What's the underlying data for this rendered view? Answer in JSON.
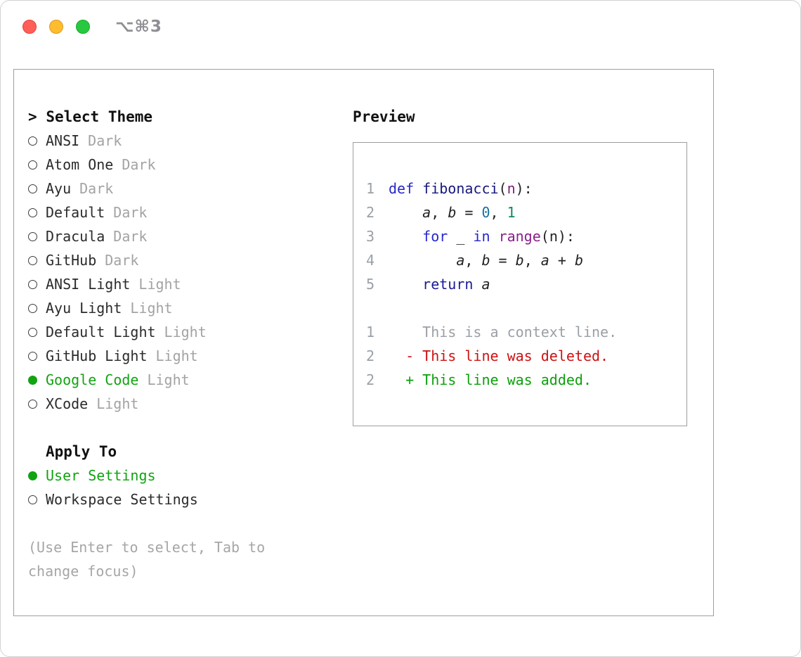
{
  "window": {
    "shortcut": "⌥⌘3"
  },
  "colors": {
    "selected_green": "#12a312",
    "variant_gray": "#a3a3a3",
    "diff_deleted_red": "#cc1212",
    "diff_added_green": "#0ca00c",
    "traffic_red": "#ff5f57",
    "traffic_yellow": "#febc2e",
    "traffic_green": "#28c840"
  },
  "theme_panel": {
    "prompt_char": ">",
    "title": "Select Theme",
    "themes": [
      {
        "name": "ANSI",
        "variant": "Dark",
        "selected": false
      },
      {
        "name": "Atom One",
        "variant": "Dark",
        "selected": false
      },
      {
        "name": "Ayu",
        "variant": "Dark",
        "selected": false
      },
      {
        "name": "Default",
        "variant": "Dark",
        "selected": false
      },
      {
        "name": "Dracula",
        "variant": "Dark",
        "selected": false
      },
      {
        "name": "GitHub",
        "variant": "Dark",
        "selected": false
      },
      {
        "name": "ANSI Light",
        "variant": "Light",
        "selected": false
      },
      {
        "name": "Ayu Light",
        "variant": "Light",
        "selected": false
      },
      {
        "name": "Default Light",
        "variant": "Light",
        "selected": false
      },
      {
        "name": "GitHub Light",
        "variant": "Light",
        "selected": false
      },
      {
        "name": "Google Code",
        "variant": "Light",
        "selected": true
      },
      {
        "name": "XCode",
        "variant": "Light",
        "selected": false
      }
    ],
    "apply_to": {
      "title": "Apply To",
      "options": [
        {
          "label": "User Settings",
          "selected": true
        },
        {
          "label": "Workspace Settings",
          "selected": false
        }
      ]
    },
    "hint": "(Use Enter to select, Tab to change focus)"
  },
  "preview": {
    "title": "Preview",
    "code": [
      {
        "num": "1",
        "tokens": [
          {
            "t": "kw",
            "v": "def"
          },
          {
            "t": "pl",
            "v": " "
          },
          {
            "t": "fn",
            "v": "fibonacci"
          },
          {
            "t": "pl",
            "v": "("
          },
          {
            "t": "pm",
            "v": "n"
          },
          {
            "t": "pl",
            "v": "):"
          }
        ]
      },
      {
        "num": "2",
        "tokens": [
          {
            "t": "pl",
            "v": "    "
          },
          {
            "t": "it",
            "v": "a"
          },
          {
            "t": "pl",
            "v": ", "
          },
          {
            "t": "it",
            "v": "b"
          },
          {
            "t": "pl",
            "v": " = "
          },
          {
            "t": "n0",
            "v": "0"
          },
          {
            "t": "pl",
            "v": ", "
          },
          {
            "t": "n1",
            "v": "1"
          }
        ]
      },
      {
        "num": "3",
        "tokens": [
          {
            "t": "pl",
            "v": "    "
          },
          {
            "t": "kw",
            "v": "for"
          },
          {
            "t": "pl",
            "v": " _ "
          },
          {
            "t": "kw",
            "v": "in"
          },
          {
            "t": "pl",
            "v": " "
          },
          {
            "t": "ty",
            "v": "range"
          },
          {
            "t": "pl",
            "v": "(n):"
          }
        ]
      },
      {
        "num": "4",
        "tokens": [
          {
            "t": "pl",
            "v": "        "
          },
          {
            "t": "it",
            "v": "a"
          },
          {
            "t": "pl",
            "v": ", "
          },
          {
            "t": "it",
            "v": "b"
          },
          {
            "t": "pl",
            "v": " = "
          },
          {
            "t": "it",
            "v": "b"
          },
          {
            "t": "pl",
            "v": ", "
          },
          {
            "t": "it",
            "v": "a"
          },
          {
            "t": "pl",
            "v": " + "
          },
          {
            "t": "it",
            "v": "b"
          }
        ]
      },
      {
        "num": "5",
        "tokens": [
          {
            "t": "pl",
            "v": "    "
          },
          {
            "t": "kw2",
            "v": "return"
          },
          {
            "t": "pl",
            "v": " "
          },
          {
            "t": "it",
            "v": "a"
          }
        ]
      }
    ],
    "diff": [
      {
        "num": "1",
        "type": "context",
        "text": "    This is a context line."
      },
      {
        "num": "2",
        "type": "deleted",
        "text": "  - This line was deleted."
      },
      {
        "num": "2",
        "type": "added",
        "text": "  + This line was added."
      }
    ]
  }
}
